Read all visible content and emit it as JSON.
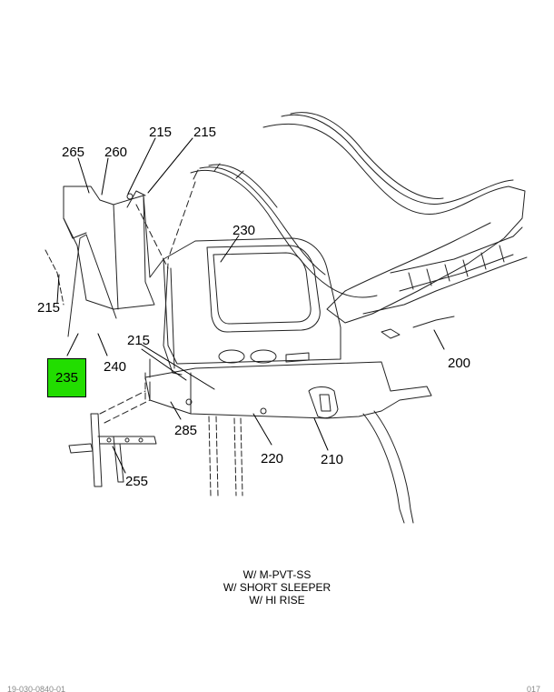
{
  "callouts": {
    "c265": "265",
    "c260": "260",
    "c215a": "215",
    "c215b": "215",
    "c230": "230",
    "c215c": "215",
    "c200": "200",
    "c215d": "215",
    "c235": "235",
    "c240": "240",
    "c285": "285",
    "c220": "220",
    "c210": "210",
    "c255": "255"
  },
  "highlight_color": "#22dd00",
  "notes": {
    "line1": "W/ M-PVT-SS",
    "line2": "W/ SHORT SLEEPER",
    "line3": "W/ HI RISE"
  },
  "footer": {
    "left": "19-030-0840-01",
    "right": "017"
  }
}
